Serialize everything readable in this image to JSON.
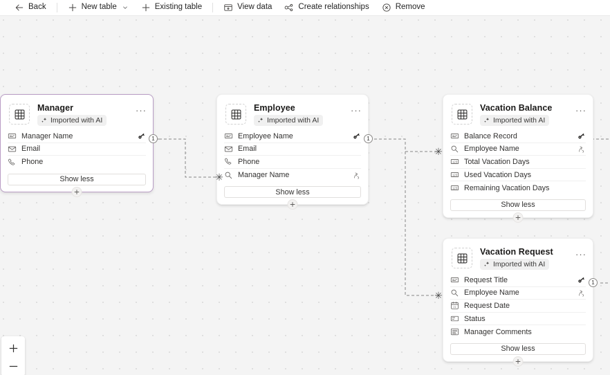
{
  "toolbar": {
    "items": [
      {
        "id": "back",
        "label": "Back",
        "icon": "arrow-left-icon",
        "chevron": false,
        "separator_after": true
      },
      {
        "id": "new-table",
        "label": "New table",
        "icon": "plus-icon",
        "chevron": true,
        "separator_after": false
      },
      {
        "id": "existing-table",
        "label": "Existing table",
        "icon": "plus-icon",
        "chevron": false,
        "separator_after": true
      },
      {
        "id": "view-data",
        "label": "View data",
        "icon": "view-data-icon",
        "chevron": false,
        "separator_after": false
      },
      {
        "id": "create-relationships",
        "label": "Create relationships",
        "icon": "relationships-icon",
        "chevron": false,
        "separator_after": false
      },
      {
        "id": "remove",
        "label": "Remove",
        "icon": "remove-circle-icon",
        "chevron": false,
        "separator_after": false
      }
    ]
  },
  "canvas": {
    "show_less_label": "Show less",
    "ai_badge_label": "Imported with AI",
    "more_glyph": "···",
    "cardinality_one": "1",
    "cardinality_many": "✳"
  },
  "tables": [
    {
      "id": "manager",
      "title": "Manager",
      "badge": "Imported with AI",
      "selected": true,
      "fields": [
        {
          "name": "Manager Name",
          "icon": "text-field-icon",
          "badge": "primary-key-icon"
        },
        {
          "name": "Email",
          "icon": "email-field-icon",
          "badge": null
        },
        {
          "name": "Phone",
          "icon": "phone-field-icon",
          "badge": null
        }
      ],
      "show_label": "Show less"
    },
    {
      "id": "employee",
      "title": "Employee",
      "badge": "Imported with AI",
      "selected": false,
      "fields": [
        {
          "name": "Employee Name",
          "icon": "text-field-icon",
          "badge": "primary-key-icon"
        },
        {
          "name": "Email",
          "icon": "email-field-icon",
          "badge": null
        },
        {
          "name": "Phone",
          "icon": "phone-field-icon",
          "badge": null
        },
        {
          "name": "Manager Name",
          "icon": "lookup-field-icon",
          "badge": "lookup-icon"
        }
      ],
      "show_label": "Show less"
    },
    {
      "id": "vacation-balance",
      "title": "Vacation Balance",
      "badge": "Imported with AI",
      "selected": false,
      "fields": [
        {
          "name": "Balance Record",
          "icon": "text-field-icon",
          "badge": "primary-key-icon"
        },
        {
          "name": "Employee Name",
          "icon": "lookup-field-icon",
          "badge": "lookup-icon"
        },
        {
          "name": "Total Vacation Days",
          "icon": "number-field-icon",
          "badge": null
        },
        {
          "name": "Used Vacation Days",
          "icon": "number-field-icon",
          "badge": null
        },
        {
          "name": "Remaining Vacation Days",
          "icon": "number-field-icon",
          "badge": null
        }
      ],
      "show_label": "Show less"
    },
    {
      "id": "vacation-request",
      "title": "Vacation Request",
      "badge": "Imported with AI",
      "selected": false,
      "fields": [
        {
          "name": "Request Title",
          "icon": "text-field-icon",
          "badge": "primary-key-icon"
        },
        {
          "name": "Employee Name",
          "icon": "lookup-field-icon",
          "badge": "lookup-icon"
        },
        {
          "name": "Request Date",
          "icon": "date-field-icon",
          "badge": null
        },
        {
          "name": "Status",
          "icon": "choice-field-icon",
          "badge": null
        },
        {
          "name": "Manager Comments",
          "icon": "multiline-field-icon",
          "badge": null
        }
      ],
      "show_label": "Show less"
    }
  ],
  "zoom_controls": {
    "zoom_in_label": "+",
    "zoom_out_label": "−"
  },
  "colors": {
    "selection_border": "#b89cc4",
    "canvas_bg": "#f4f4f4",
    "dot_grid": "#dddddd",
    "card_bg": "#ffffff",
    "text_primary": "#323130",
    "text_title": "#1b1a19"
  }
}
